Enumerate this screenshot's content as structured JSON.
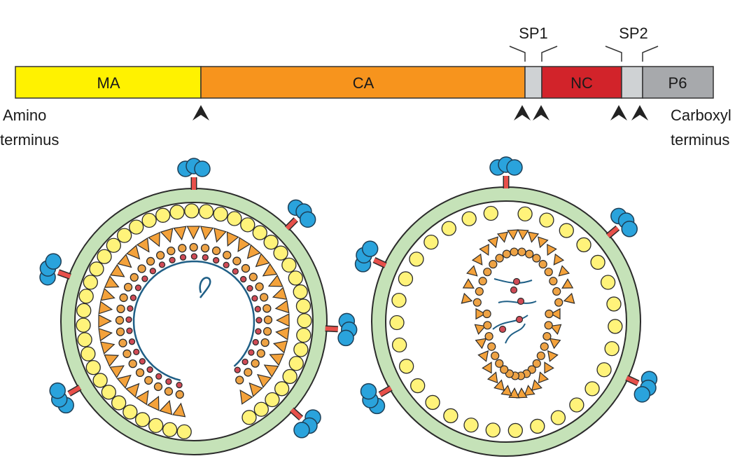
{
  "polyprotein": {
    "domains": [
      {
        "key": "ma",
        "label": "MA",
        "color": "#fff200"
      },
      {
        "key": "ca",
        "label": "CA",
        "color": "#f7941d"
      },
      {
        "key": "sp1",
        "label": "",
        "color": "#cfd2d4"
      },
      {
        "key": "nc",
        "label": "NC",
        "color": "#d2232a"
      },
      {
        "key": "sp2",
        "label": "",
        "color": "#cfd2d4"
      },
      {
        "key": "p6",
        "label": "P6",
        "color": "#a7a9ac"
      }
    ],
    "callouts": {
      "sp1": "SP1",
      "sp2": "SP2"
    },
    "amino_terminus": {
      "line1": "Amino",
      "line2": "terminus"
    },
    "carboxyl_terminus": {
      "line1": "Carboxyl",
      "line2": "terminus"
    }
  },
  "colors": {
    "membrane": "#c5e2b8",
    "membrane_outline": "#2b2b2b",
    "matrix": "#fff37a",
    "capsid": "#f4a23b",
    "nucleocapsid": "#eea345",
    "rna_bead": "#d04a55",
    "rna": "#1f5f86",
    "spike_head": "#2aa3dc",
    "spike_stalk": "#e7504a"
  },
  "icons": {
    "cleavage": "arrowhead-icon",
    "env": "envelope-spike-icon"
  }
}
